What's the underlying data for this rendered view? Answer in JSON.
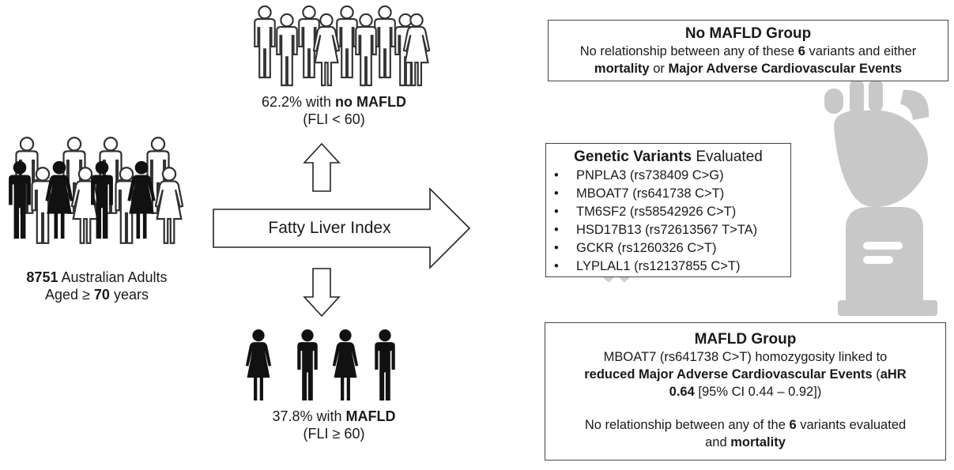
{
  "left": {
    "count": "8751",
    "line1_rest": " Australian Adults",
    "line2_pre": "Aged ≥ ",
    "line2_bold": "70",
    "line2_post": " years"
  },
  "top_group": {
    "pct_pre": "62.2% with ",
    "pct_bold": "no MAFLD",
    "criteria": "(FLI < 60)"
  },
  "bottom_group": {
    "pct_pre": "37.8% with ",
    "pct_bold": "MAFLD",
    "criteria": "(FLI ≥ 60)"
  },
  "arrow_label": "Fatty Liver Index",
  "no_mafld_box": {
    "title": "No MAFLD Group",
    "l1_pre": "No relationship between any of these ",
    "l1_bold": "6",
    "l1_post": " variants and either",
    "l2_b1": "mortality",
    "l2_mid": " or ",
    "l2_b2": "Major Adverse Cardiovascular Events"
  },
  "variants_box": {
    "title_bold": "Genetic Variants",
    "title_rest": " Evaluated",
    "items": [
      "PNPLA3 (rs738409 C>G)",
      "MBOAT7 (rs641738 C>T)",
      "TM6SF2 (rs58542926 C>T)",
      "HSD17B13 (rs72613567 T>TA)",
      "GCKR (rs1260326 C>T)",
      "LYPLAL1 (rs12137855 C>T)"
    ]
  },
  "mafld_box": {
    "title": "MAFLD Group",
    "l1": "MBOAT7 (rs641738 C>T) homozygosity  linked to",
    "l2_bold": "reduced Major Adverse Cardiovascular Events",
    "l2_mid": " (",
    "l2_bold2": "aHR",
    "l3_bold": "0.64",
    "l3_rest": " [95% CI 0.44 – 0.92])",
    "l4_pre": "No relationship between any of the ",
    "l4_bold": "6",
    "l4_post": " variants evaluated",
    "l5_pre": "and ",
    "l5_bold": "mortality"
  },
  "icons": [
    "heart-icon",
    "tombstone-icon",
    "dna-icon",
    "male-person-icon",
    "female-person-icon",
    "arrow-up-icon",
    "arrow-down-icon",
    "arrow-right-icon"
  ],
  "colors": {
    "filled_person": "#111111",
    "outline_person": "#333333",
    "decor_gray": "#c8c8c8",
    "border": "#444444"
  }
}
